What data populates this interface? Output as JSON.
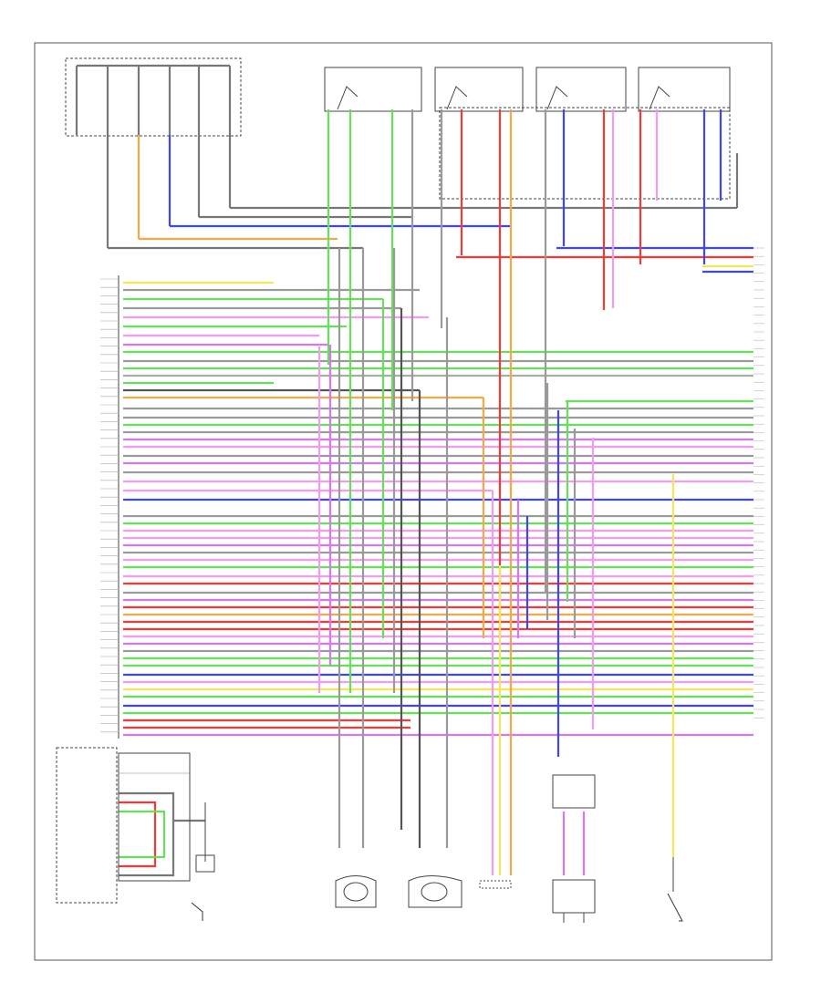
{
  "diagram": {
    "footer_code": "",
    "colors": {
      "yellow": "#f4e75a",
      "green": "#66e05a",
      "pink": "#f29bf0",
      "red": "#f23a3a",
      "blue": "#3f46f0",
      "orange": "#f3a84a",
      "gray": "#9a9a9a",
      "violet": "#d478f0",
      "black": "#222222",
      "dark": "#555555"
    },
    "components": [
      {
        "id": "fuse_block",
        "label": ""
      },
      {
        "id": "switch_1",
        "label": ""
      },
      {
        "id": "switch_2",
        "label": ""
      },
      {
        "id": "switch_3",
        "label": ""
      },
      {
        "id": "switch_4",
        "label": ""
      },
      {
        "id": "control_module",
        "label": ""
      },
      {
        "id": "control_unit",
        "label": ""
      },
      {
        "id": "front_lamp_right",
        "label": ""
      },
      {
        "id": "front_lamp_left",
        "label": ""
      },
      {
        "id": "connector_mid",
        "label": ""
      },
      {
        "id": "sensor_right",
        "label": ""
      },
      {
        "id": "ground_switch",
        "label": ""
      },
      {
        "id": "short_connector",
        "label": ""
      }
    ]
  }
}
